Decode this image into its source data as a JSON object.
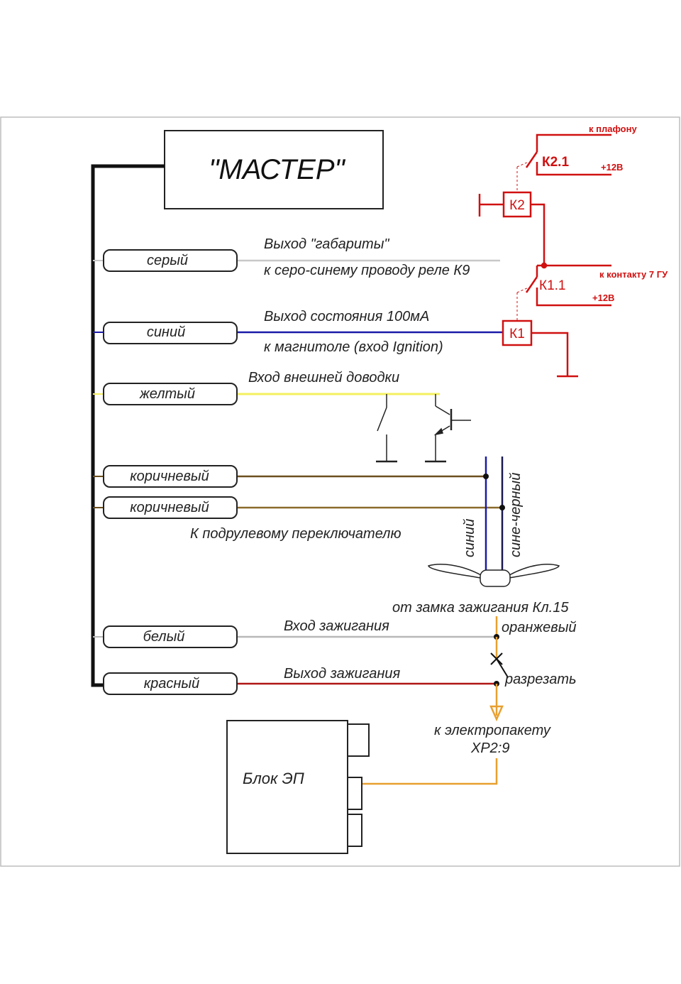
{
  "master": {
    "title": "\"МАСТЕР\""
  },
  "wires": {
    "gray": {
      "label": "серый",
      "note1": "Выход \"габариты\"",
      "note2": "к серо-синему проводу реле К9"
    },
    "blue": {
      "label": "синий",
      "note1": "Выход состояния 100мА",
      "note2": "к магнитоле (вход Ignition)"
    },
    "yellow": {
      "label": "желтый",
      "note1": "Вход внешней доводки"
    },
    "brown1": {
      "label": "коричневый"
    },
    "brown2": {
      "label": "коричневый",
      "note1": "К подрулевому переключателю"
    },
    "white": {
      "label": "белый",
      "note1": "Вход зажигания"
    },
    "red": {
      "label": "красный",
      "note1": "Выход зажигания"
    }
  },
  "stalk": {
    "wire_blue": "синий",
    "wire_blueblack": "сине-черный"
  },
  "ignition": {
    "source": "от замка зажигания Кл.15",
    "orange": "оранжевый",
    "cut": "разрезать",
    "to_pack_line1": "к электропакету",
    "to_pack_line2": "ХР2:9"
  },
  "ep_block": {
    "label": "Блок ЭП"
  },
  "relays": {
    "k1": "К1",
    "k2": "К2",
    "k11": "К1.1",
    "k21": "К2.1",
    "to_lamp": "к плафону",
    "plus12_top": "+12В",
    "to_contact": "к контакту 7 ГУ",
    "plus12_bottom": "+12В"
  },
  "colors": {
    "gray": "#c8c8c8",
    "blue": "#1a1aa8",
    "yellow": "#f4f060",
    "brown": "#6b4f1e",
    "white": "#b8b8b8",
    "red": "#b01515",
    "orange": "#e8a030",
    "annotation_red": "#d01010"
  }
}
